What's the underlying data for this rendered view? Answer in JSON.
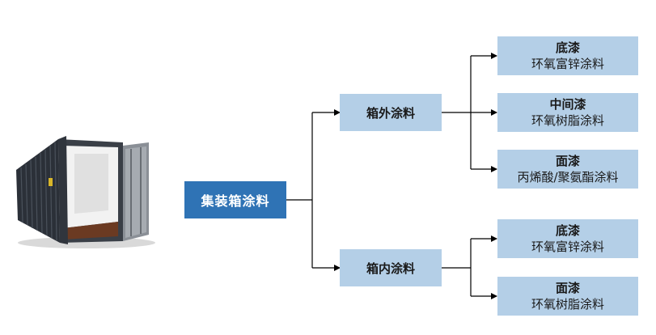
{
  "root": {
    "label": "集装箱涂料"
  },
  "branches": [
    {
      "label": "箱外涂料",
      "children": [
        {
          "title": "底漆",
          "text": "环氧富锌涂料"
        },
        {
          "title": "中间漆",
          "text": "环氧树脂涂料"
        },
        {
          "title": "面漆",
          "text": "丙烯酸/聚氨酯涂料"
        }
      ]
    },
    {
      "label": "箱内涂料",
      "children": [
        {
          "title": "底漆",
          "text": "环氧富锌涂料"
        },
        {
          "title": "面漆",
          "text": "环氧树脂涂料"
        }
      ]
    }
  ],
  "colors": {
    "root": "#2f73b5",
    "node": "#b4cfe7",
    "line": "#000000"
  }
}
